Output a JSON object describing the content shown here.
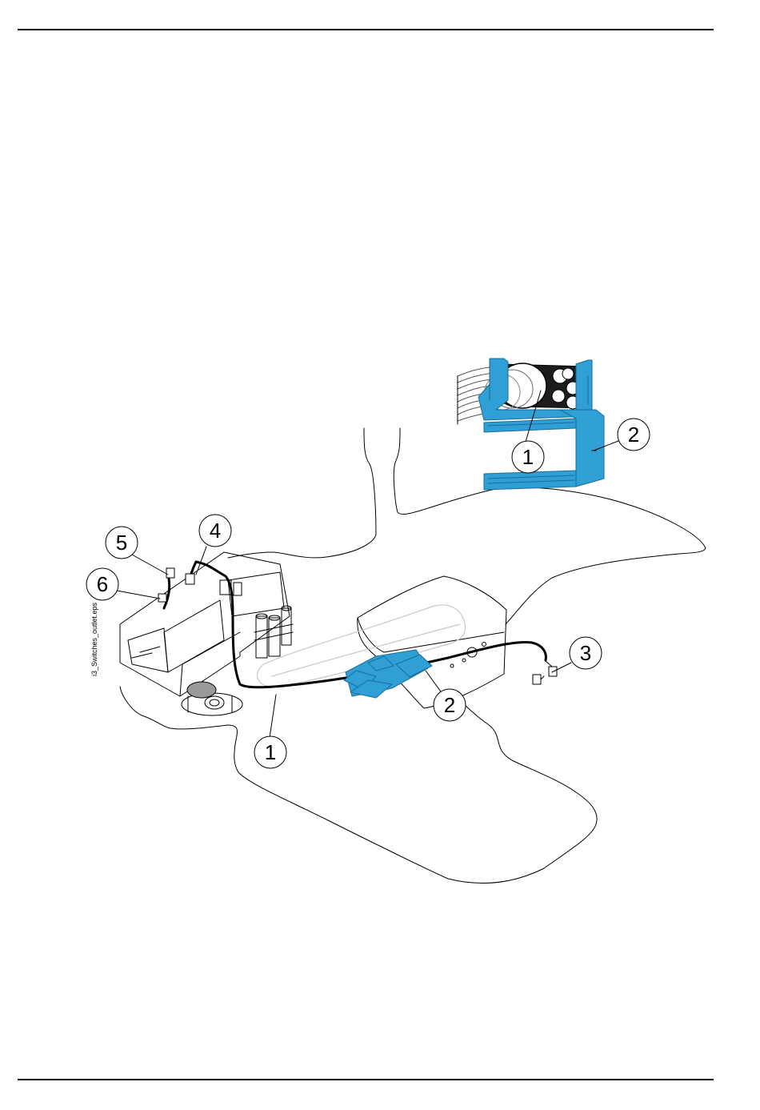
{
  "diagram": {
    "file_label": "i3_Switches_outlet.eps",
    "callouts": {
      "c1_inset": "1",
      "c2_inset": "2",
      "c1_main": "1",
      "c2_main": "2",
      "c3": "3",
      "c4": "4",
      "c5": "5",
      "c6": "6"
    },
    "colors": {
      "accent": "#2f9fd6",
      "accent_dark": "#1a6e99",
      "line": "#000000",
      "ghost": "#c8c8c8"
    }
  }
}
